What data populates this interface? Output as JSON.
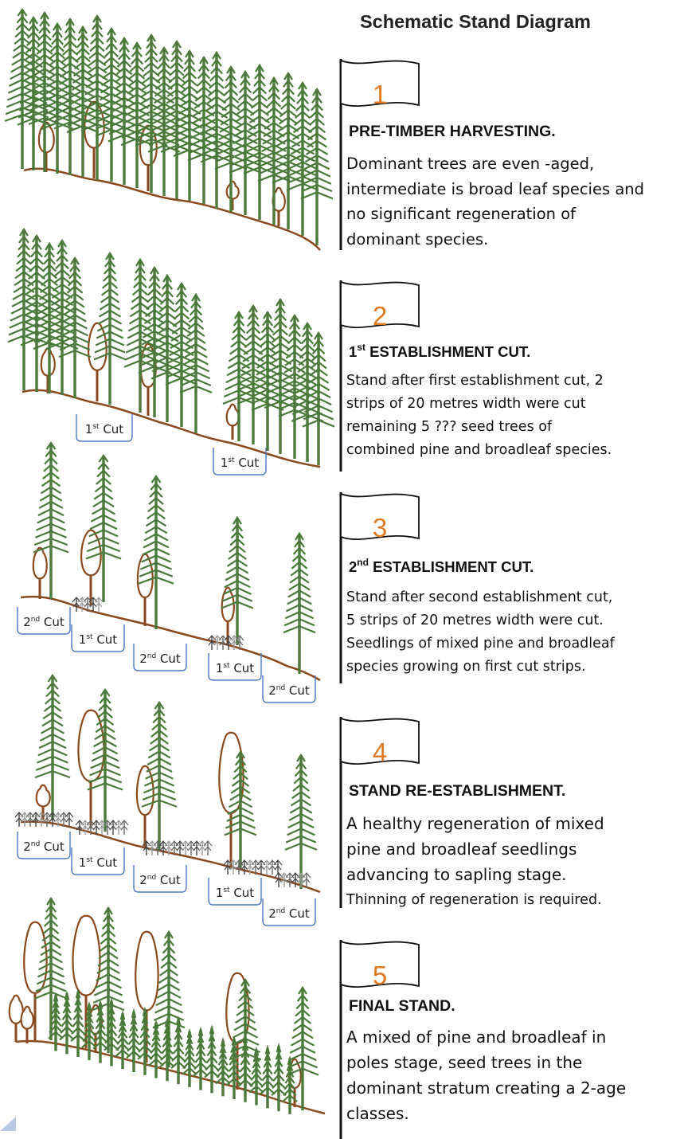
{
  "title": "Schematic Stand Diagram",
  "colors": {
    "accent_orange": "#e07a1f",
    "pine_green": "#4a7a3a",
    "trunk_brown": "#8b4a1e",
    "ground_brown": "#8b4a1e",
    "cut_bracket_blue": "#4a78c2"
  },
  "stages": [
    {
      "number": "1",
      "heading": "PRE-TIMBER HARVESTING.",
      "lines": [
        "Dominant trees are even -aged,",
        "intermediate is broad leaf species and",
        "no significant regeneration of",
        "dominant species."
      ],
      "cut_labels": []
    },
    {
      "number": "2",
      "heading_prefix": "1",
      "heading_sup": "st",
      "heading": " ESTABLISHMENT CUT.",
      "lines": [
        "Stand after first establishment cut, 2",
        "strips of 20 metres width were cut",
        "remaining 5 ??? seed trees of",
        "combined pine and broadleaf species."
      ],
      "cut_labels": [
        {
          "prefix": "1",
          "sup": "st",
          "suffix": " Cut"
        },
        {
          "prefix": "1",
          "sup": "st",
          "suffix": " Cut"
        }
      ]
    },
    {
      "number": "3",
      "heading_prefix": "2",
      "heading_sup": "nd",
      "heading": " ESTABLISHMENT CUT.",
      "lines": [
        "Stand after second establishment cut,",
        "5 strips of 20 metres width were cut.",
        "Seedlings of mixed pine and broadleaf",
        "species growing on first cut strips."
      ],
      "cut_labels": [
        {
          "prefix": "2",
          "sup": "nd",
          "suffix": " Cut"
        },
        {
          "prefix": "1",
          "sup": "st",
          "suffix": " Cut"
        },
        {
          "prefix": "2",
          "sup": "nd",
          "suffix": " Cut"
        },
        {
          "prefix": "1",
          "sup": "st",
          "suffix": " Cut"
        },
        {
          "prefix": "2",
          "sup": "nd",
          "suffix": " Cut"
        }
      ]
    },
    {
      "number": "4",
      "heading": "STAND RE-ESTABLISHMENT.",
      "lines": [
        "A healthy regeneration of mixed",
        "pine and broadleaf seedlings",
        "advancing to sapling stage.",
        "Thinning of regeneration is required."
      ],
      "cut_labels": [
        {
          "prefix": "2",
          "sup": "nd",
          "suffix": " Cut"
        },
        {
          "prefix": "1",
          "sup": "st",
          "suffix": " Cut"
        },
        {
          "prefix": "2",
          "sup": "nd",
          "suffix": " Cut"
        },
        {
          "prefix": "1",
          "sup": "st",
          "suffix": " Cut"
        },
        {
          "prefix": "2",
          "sup": "nd",
          "suffix": " Cut"
        }
      ]
    },
    {
      "number": "5",
      "heading": "FINAL STAND.",
      "lines": [
        "A mixed of pine and broadleaf in",
        "poles stage, seed trees in the",
        "dominant stratum creating a 2-age",
        "classes."
      ],
      "cut_labels": []
    }
  ]
}
